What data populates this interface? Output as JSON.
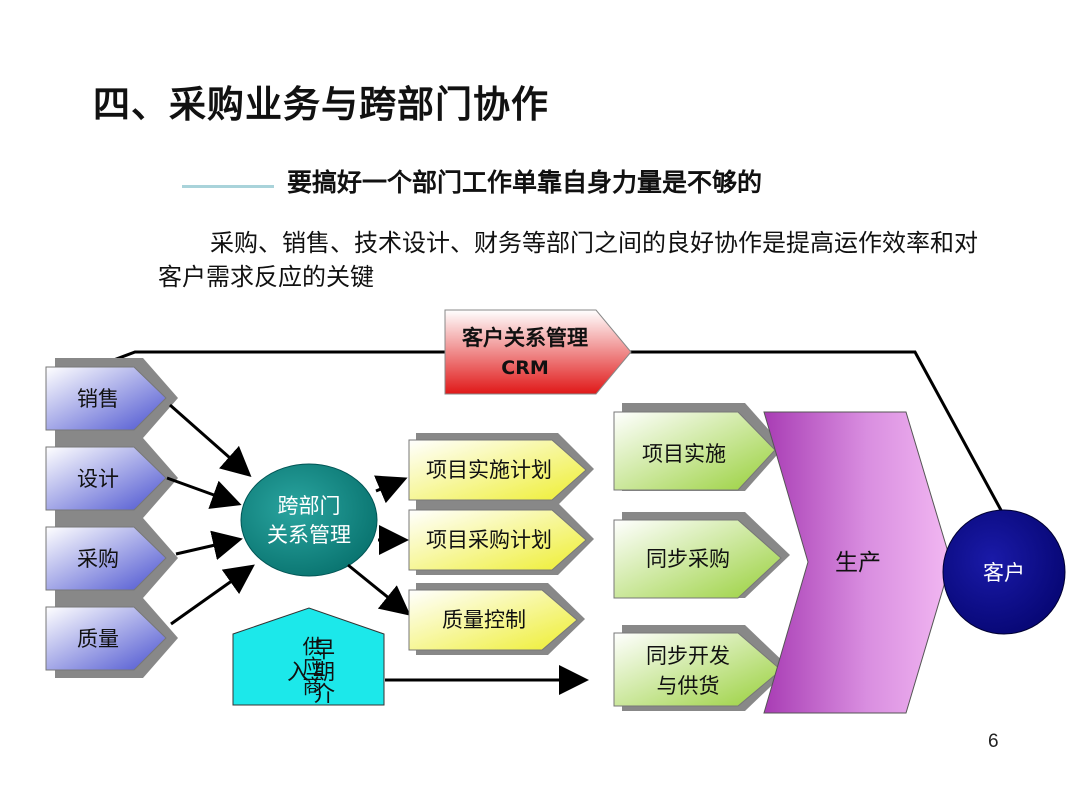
{
  "title": "四、采购业务与跨部门协作",
  "subtitle": "要搞好一个部门工作单靠自身力量是不够的",
  "paragraph": "采购、销售、技术设计、财务等部门之间的良好协作是提高运作效率和对客户需求反应的关键",
  "crm": {
    "line1": "客户关系管理",
    "line2": "CRM"
  },
  "departments": [
    "销售",
    "设计",
    "采购",
    "质量"
  ],
  "hub": {
    "line1": "跨部门",
    "line2": "关系管理"
  },
  "plans": [
    "项目实施计划",
    "项目采购计划",
    "质量控制"
  ],
  "supplier": {
    "line1": "供应商",
    "line2": "早期介入"
  },
  "actions": {
    "a1": "项目实施",
    "a2": "同步采购",
    "a3_l1": "同步开发",
    "a3_l2": "与供货"
  },
  "production": "生产",
  "customer": "客户",
  "page_number": "6",
  "colors": {
    "department_box": "#5a62d6",
    "hub_circle": "#0f8a84",
    "plan_box": "#f2f24a",
    "action_box": "#a9d84e",
    "production": "#b84cc0",
    "customer": "#0a0a8c",
    "crm_box": "#e02020",
    "supplier_box": "#1fe8e8"
  }
}
